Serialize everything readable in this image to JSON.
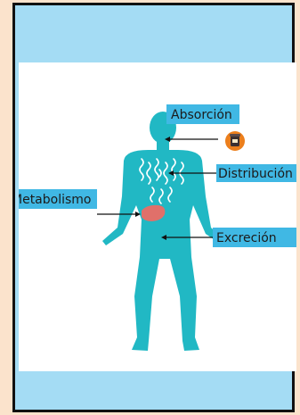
{
  "colors": {
    "page_background": "#fbe3cc",
    "frame_fill": "#a4dcf4",
    "frame_border": "#111111",
    "panel_background": "#ffffff",
    "body_fill": "#21b8c4",
    "label_background": "#40b8e4",
    "arrow": "#111111",
    "liver": "#e0706a",
    "pill_circle": "#ec7f1c",
    "wave_lines": "#ffffff"
  },
  "diagram": {
    "labels": {
      "absorption": "Absorción",
      "distribution": "Distribución",
      "metabolism": "Metabolismo",
      "excretion": "Excreción"
    },
    "icons": {
      "pill": "pill-bottle-icon",
      "liver": "liver-icon"
    }
  }
}
